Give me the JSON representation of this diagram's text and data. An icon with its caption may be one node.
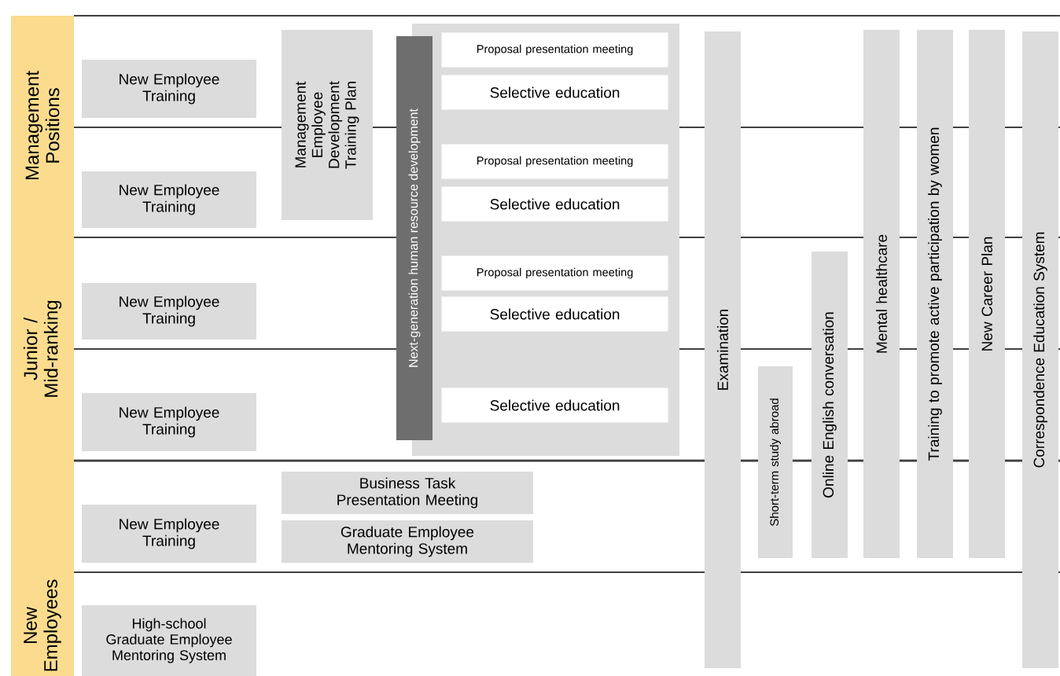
{
  "diagram": {
    "nodes": [
      {
        "text": [
          "New Employee Training"
        ]
      },
      {
        "text": [
          "New Employee Training"
        ]
      },
      {
        "text": [
          "New Employee Training"
        ]
      },
      {
        "text": [
          "New Employee Training"
        ]
      },
      {
        "text": [
          "New Employee Training"
        ]
      },
      {
        "text": [
          "High-school Graduate Employee Mentoring System"
        ]
      },
      {
        "text": [
          "Management Employee Development Training Plan"
        ]
      },
      {
        "text": [
          "Business Task Presentation Meeting"
        ]
      },
      {
        "text": [
          "Graduate Employee Mentoring System"
        ]
      },
      {
        "text": [
          "Next-generation human resource development"
        ]
      },
      {
        "text": [
          "Proposal presentation meeting"
        ],
        "in": 9
      },
      {
        "text": [
          "Selective education"
        ],
        "in": 9
      },
      {
        "text": [
          "Proposal presentation meeting"
        ],
        "in": 9
      },
      {
        "text": [
          "Selective education"
        ],
        "in": 9
      },
      {
        "text": [
          "Proposal presentation meeting"
        ],
        "in": 9
      },
      {
        "text": [
          "Selective education"
        ],
        "in": 9
      },
      {
        "text": [
          "Selective education"
        ],
        "in": 9
      },
      {
        "text": [
          "Examination"
        ]
      },
      {
        "text": [
          "Short-term study abroad"
        ]
      },
      {
        "text": [
          "Online English conversation"
        ]
      },
      {
        "text": [
          "Mental healthcare"
        ]
      },
      {
        "text": [
          "Training to promote active participation by women"
        ]
      },
      {
        "text": [
          "New Career Plan"
        ]
      },
      {
        "text": [
          "Correspondence Education System"
        ]
      }
    ],
    "labels": [
      "Management Positions",
      "Junior / Mid-ranking",
      "New Employees"
    ]
  }
}
